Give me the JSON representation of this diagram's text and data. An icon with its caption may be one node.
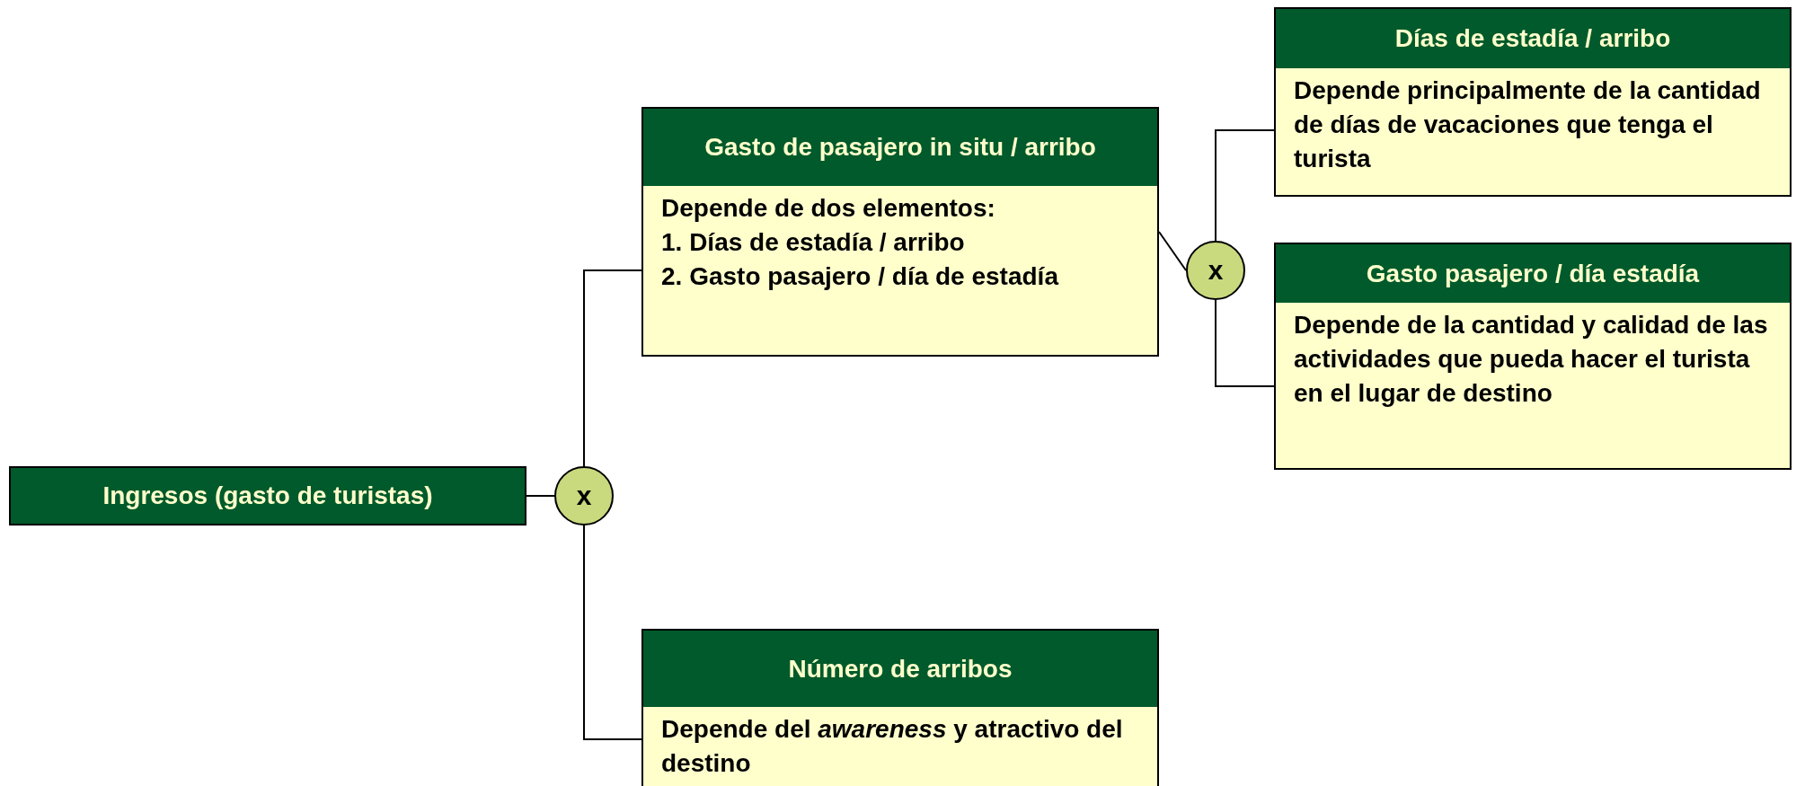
{
  "diagram": {
    "nodes": [
      {
        "text": [
          "Ingresos (gasto de turistas)"
        ]
      },
      {
        "text": [
          "x"
        ]
      },
      {
        "text": [
          "Gasto de pasajero in situ / arribo",
          "Depende de dos elementos:",
          "1. Días de estadía / arribo",
          "2. Gasto pasajero / día de estadía"
        ]
      },
      {
        "text": [
          "x"
        ]
      },
      {
        "text": [
          "Días de estadía / arribo",
          "Depende principalmente de la cantidad de días de vacaciones que tenga el turista"
        ]
      },
      {
        "text": [
          "Gasto pasajero / día estadía",
          "Depende de la cantidad y calidad de las actividades que pueda hacer el turista en el lugar de destino"
        ]
      },
      {
        "text": [
          "Número de arribos",
          "Depende del *awareness* y atractivo del destino"
        ]
      }
    ],
    "edges": [
      {
        "from": 0,
        "to": 1,
        "arrow": "none"
      },
      {
        "from": 1,
        "to": 2,
        "arrow": "none"
      },
      {
        "from": 1,
        "to": 6,
        "arrow": "none"
      },
      {
        "from": 2,
        "to": 3,
        "arrow": "none"
      },
      {
        "from": 3,
        "to": 4,
        "arrow": "none"
      },
      {
        "from": 3,
        "to": 5,
        "arrow": "none"
      }
    ]
  }
}
